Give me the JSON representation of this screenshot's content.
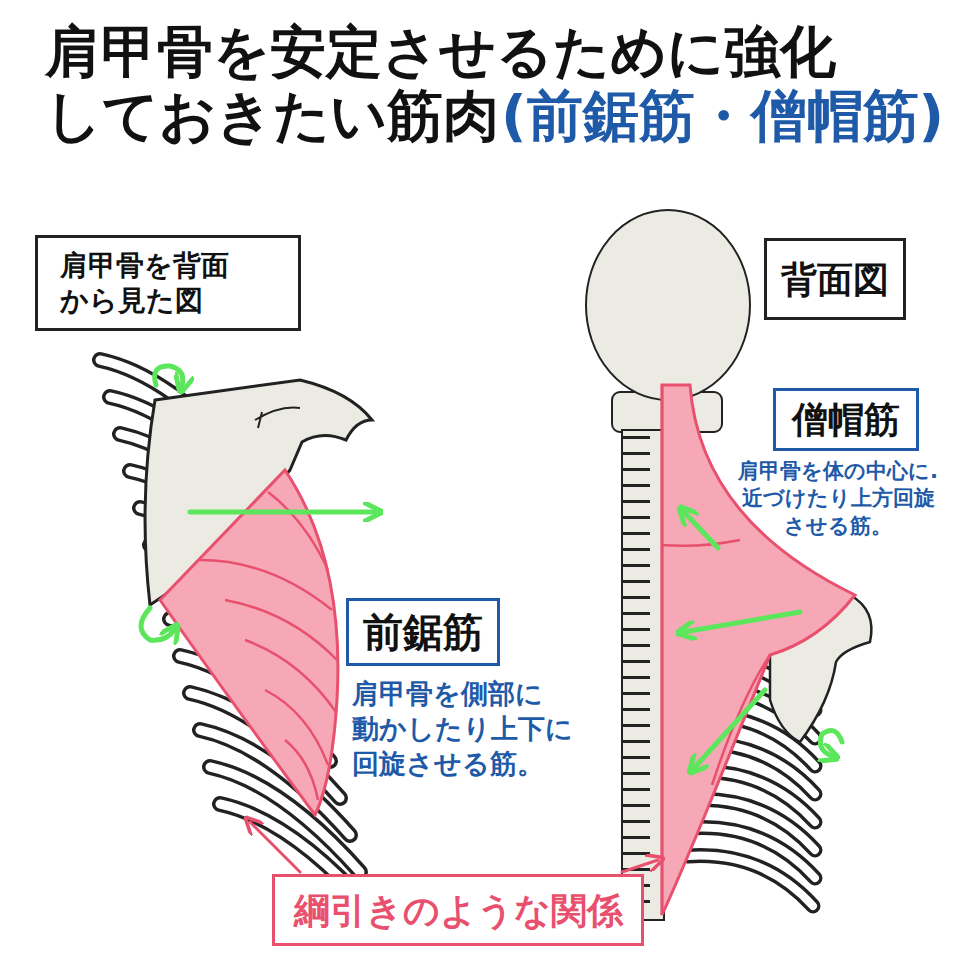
{
  "diagram": {
    "title": "肩甲骨を安定させるために強化しておきたい筋肉",
    "nodes": [
      {
        "text": [
          "肩甲骨を背面 から見た図"
        ]
      },
      {
        "text": [
          "背面図"
        ]
      },
      {
        "text": [
          "僧帽筋"
        ]
      },
      {
        "text": [
          "前鋸筋"
        ]
      },
      {
        "text": [
          "綱引きのような関係"
        ]
      }
    ],
    "labels": [
      "(前鋸筋・僧帽筋)",
      "肩甲骨を体の中心に. 近づけたり上方回旋 させる筋。",
      "肩甲骨を側部に 動かしたり上下に 回旋させる筋。"
    ]
  }
}
